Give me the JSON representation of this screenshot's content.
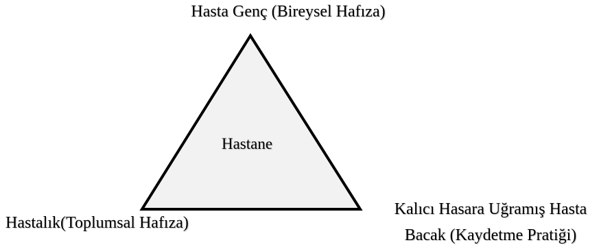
{
  "diagram": {
    "top_label": "Hasta Genç (Bireysel Hafıza)",
    "center_label": "Hastane",
    "left_label": "Hastalık(Toplumsal Hafıza)",
    "right_label_line1": "Kalıcı Hasara Uğramış Hasta",
    "right_label_line2": "Bacak (Kaydetme Pratiği)",
    "colors": {
      "triangle_fill": "#f2f2f2",
      "triangle_stroke": "#000000",
      "text": "#000000"
    }
  }
}
